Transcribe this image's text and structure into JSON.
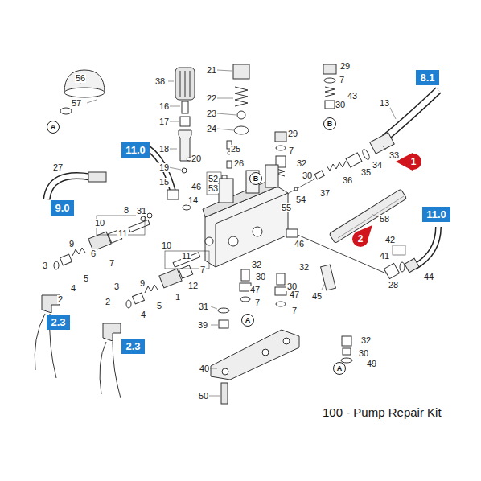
{
  "diagram": {
    "nodes": [
      {
        "text": [
          "8.1"
        ]
      },
      {
        "text": [
          "B"
        ]
      },
      {
        "text": [
          "A"
        ]
      },
      {
        "text": [
          "11.0"
        ]
      },
      {
        "text": [
          "1"
        ]
      },
      {
        "text": [
          "B"
        ]
      },
      {
        "text": [
          "9.0"
        ]
      },
      {
        "text": [
          "11.0"
        ]
      },
      {
        "text": [
          "2"
        ]
      },
      {
        "text": [
          "A"
        ]
      },
      {
        "text": [
          "2.3"
        ]
      },
      {
        "text": [
          "2.3"
        ]
      },
      {
        "text": [
          "A"
        ]
      }
    ],
    "labels": [
      "56",
      "38",
      "21",
      "29",
      "7",
      "43",
      "30",
      "22",
      "16",
      "57",
      "23",
      "17",
      "24",
      "13",
      "29",
      "7",
      "18",
      "25",
      "33",
      "20",
      "34",
      "26",
      "32",
      "27",
      "19",
      "35",
      "30",
      "36",
      "52",
      "15",
      "46",
      "53",
      "37",
      "54",
      "14",
      "55",
      "8",
      "31",
      "58",
      "10",
      "11",
      "46",
      "42",
      "6",
      "9",
      "10",
      "41",
      "11",
      "7",
      "3",
      "32",
      "7",
      "44",
      "32",
      "30",
      "28",
      "5",
      "3",
      "9",
      "30",
      "12",
      "47",
      "4",
      "47",
      "45",
      "1",
      "2",
      "2",
      "7",
      "31",
      "5",
      "7",
      "4",
      "39",
      "32",
      "30",
      "49",
      "40",
      "50",
      "100 - Pump Repair Kit"
    ]
  }
}
